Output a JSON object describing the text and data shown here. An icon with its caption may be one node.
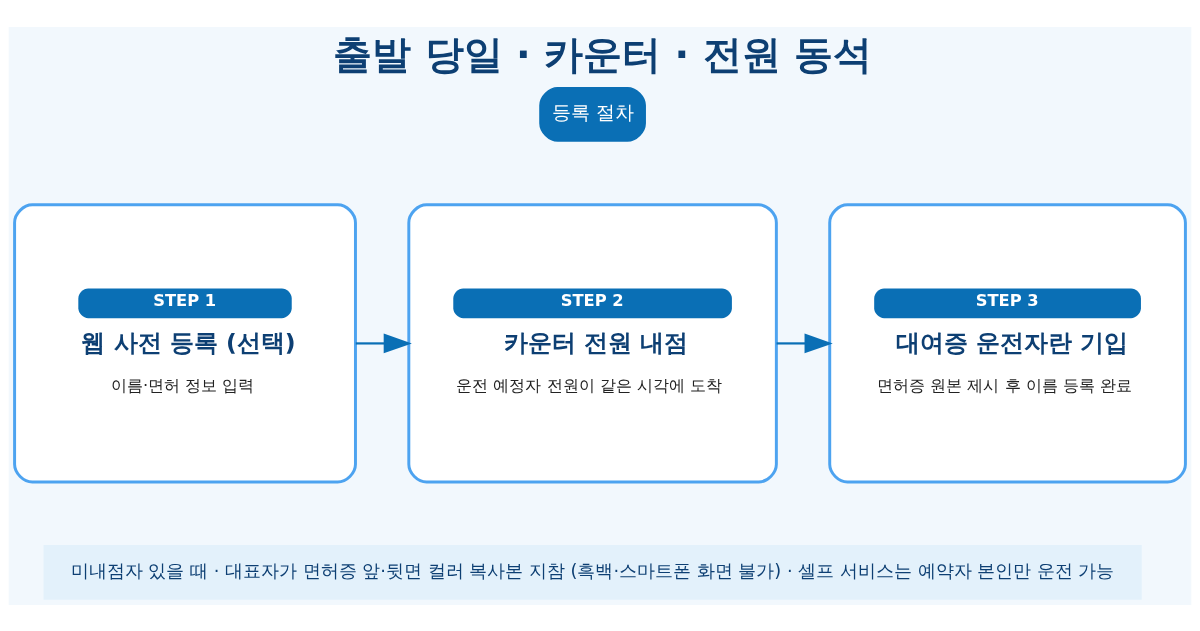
{
  "diagram": {
    "title": "출발 당일 · 카운터 · 전원 동석",
    "nodes": [
      {
        "text": [
          "STEP 1",
          "웹 사전 등록 (선택)",
          "이름·면허 정보 입력"
        ]
      },
      {
        "text": [
          "STEP 2",
          "카운터 전원 내점",
          "운전 예정자 전원이 같은 시각에 도착"
        ]
      },
      {
        "text": [
          "STEP 3",
          "대여증 운전자란 기입",
          "면허증 원본 제시 후 이름 등록 완료"
        ]
      }
    ],
    "edges": [
      {
        "from": 0,
        "to": 1,
        "arrow": "to"
      },
      {
        "from": 1,
        "to": 2,
        "arrow": "to"
      }
    ],
    "labels": [
      "등록 절차",
      "미내점자 있을 때 · 대표자가 면허증 앞·뒷면 컬러 복사본 지참 (흑백·스마트폰 화면 불가) · 셀프 서비스는 예약자 본인만 운전 가능"
    ]
  }
}
